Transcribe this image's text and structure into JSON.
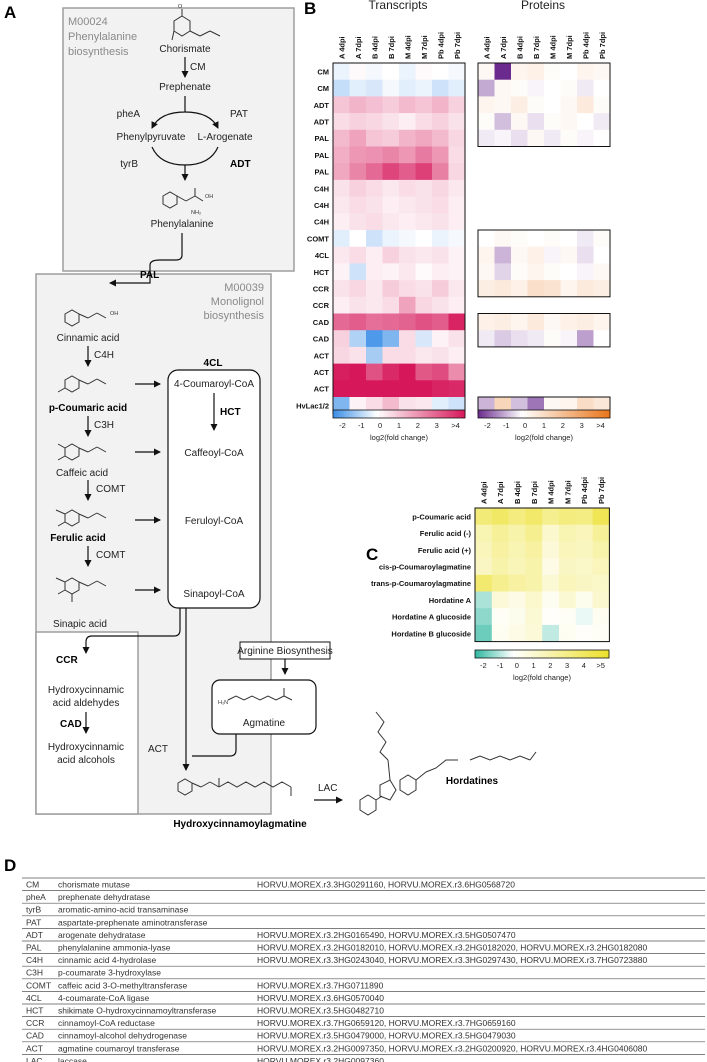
{
  "panels": {
    "a": "A",
    "b": "B",
    "c": "C",
    "d": "D"
  },
  "pathway": {
    "module1": {
      "id": "M00024",
      "line1": "Phenylalanine",
      "line2": "biosynthesis"
    },
    "module2": {
      "id": "M00039",
      "line1": "Monolignol",
      "line2": "biosynthesis"
    },
    "compounds": {
      "chorismate": "Chorismate",
      "prephenate": "Prephenate",
      "phenylpyruvate": "Phenylpyruvate",
      "arogenate": "L-Arogenate",
      "phenylalanine": "Phenylalanine",
      "cinnamic": "Cinnamic acid",
      "pcoumaric": "p-Coumaric acid",
      "caffeic": "Caffeic acid",
      "ferulic": "Ferulic acid",
      "sinapic": "Sinapic acid",
      "coumaroylcoa": "4-Coumaroyl-CoA",
      "caffeoylcoa": "Caffeoyl-CoA",
      "feruloylcoa": "Feruloyl-CoA",
      "sinapoylcoa": "Sinapoyl-CoA",
      "aldehydes1": "Hydroxycinnamic",
      "aldehydes2": "acid aldehydes",
      "alcohols1": "Hydroxycinnamic",
      "alcohols2": "acid alcohols",
      "arginine": "Arginine Biosynthesis",
      "agmatine": "Agmatine",
      "hca": "Hydroxycinnamoylagmatine",
      "hordatines": "Hordatines"
    },
    "enzymes": {
      "cm": "CM",
      "phea": "pheA",
      "pat": "PAT",
      "tyrb": "tyrB",
      "adt": "ADT",
      "pal": "PAL",
      "c4h": "C4H",
      "c3h": "C3H",
      "comt1": "COMT",
      "comt2": "COMT",
      "fourcl": "4CL",
      "hct": "HCT",
      "ccr": "CCR",
      "cad": "CAD",
      "act": "ACT",
      "lac": "LAC"
    }
  },
  "chart_data": [
    {
      "type": "heatmap",
      "title": "Transcripts",
      "columns": [
        "A 4dpi",
        "A 7dpi",
        "B 4dpi",
        "B 7dpi",
        "M 4dpi",
        "M 7dpi",
        "Pb 4dpi",
        "Pb 7dpi"
      ],
      "rows": [
        "CM",
        "CM",
        "ADT",
        "ADT",
        "PAL",
        "PAL",
        "PAL",
        "C4H",
        "C4H",
        "C4H",
        "COMT",
        "4CL",
        "HCT",
        "CCR",
        "CCR",
        "CAD",
        "CAD",
        "ACT",
        "ACT",
        "ACT",
        "HvLac1/2"
      ],
      "values": [
        [
          -0.2,
          0.1,
          -0.1,
          0.0,
          -0.2,
          0.1,
          0.0,
          -0.1
        ],
        [
          -0.6,
          -0.3,
          -0.4,
          -0.1,
          -0.3,
          -0.2,
          -0.5,
          -0.3
        ],
        [
          1.0,
          1.3,
          1.1,
          0.9,
          1.2,
          1.0,
          1.3,
          0.8
        ],
        [
          0.6,
          0.8,
          0.7,
          0.5,
          0.3,
          0.6,
          0.8,
          0.5
        ],
        [
          1.2,
          1.6,
          1.0,
          0.9,
          1.3,
          1.5,
          1.2,
          0.7
        ],
        [
          1.4,
          1.8,
          1.9,
          2.1,
          1.8,
          2.3,
          1.8,
          0.6
        ],
        [
          1.5,
          2.1,
          2.6,
          3.2,
          2.8,
          3.3,
          2.2,
          0.7
        ],
        [
          0.5,
          0.8,
          0.6,
          0.4,
          0.6,
          0.5,
          0.7,
          0.4
        ],
        [
          0.4,
          0.6,
          0.5,
          0.3,
          0.4,
          0.5,
          0.6,
          0.3
        ],
        [
          0.3,
          0.5,
          0.6,
          0.4,
          0.3,
          0.4,
          0.5,
          0.3
        ],
        [
          -0.3,
          0.0,
          -0.5,
          -0.2,
          -0.1,
          0.0,
          -0.2,
          -0.1
        ],
        [
          0.4,
          0.6,
          0.3,
          0.8,
          0.5,
          0.4,
          0.5,
          0.2
        ],
        [
          0.2,
          -0.5,
          0.3,
          0.2,
          0.4,
          0.1,
          0.3,
          0.2
        ],
        [
          0.5,
          0.7,
          0.4,
          0.9,
          0.6,
          0.5,
          0.9,
          0.4
        ],
        [
          0.3,
          0.5,
          0.4,
          0.6,
          1.6,
          0.7,
          0.5,
          0.3
        ],
        [
          2.6,
          2.8,
          2.5,
          2.6,
          2.7,
          3.0,
          2.8,
          3.8
        ],
        [
          0.8,
          -0.8,
          -1.8,
          -1.3,
          0.6,
          -0.4,
          0.2,
          0.5
        ],
        [
          0.7,
          0.5,
          -0.9,
          0.6,
          0.6,
          0.4,
          0.5,
          0.3
        ],
        [
          3.9,
          4.0,
          3.0,
          3.7,
          4.0,
          2.9,
          3.1,
          2.0
        ],
        [
          4.0,
          4.0,
          4.0,
          4.0,
          4.0,
          4.0,
          3.8,
          3.7
        ],
        [
          -1.3,
          0.2,
          0.6,
          1.2,
          0.5,
          0.4,
          -0.3,
          -0.5
        ]
      ],
      "scale_label": "log2(fold change)",
      "scale_ticks": [
        "-2",
        "-1",
        "0",
        "1",
        "2",
        "3",
        ">4"
      ],
      "range": [
        -2,
        4
      ],
      "colors": {
        "low": "#3a8ee6",
        "mid": "#ffffff",
        "high": "#d6185a"
      }
    },
    {
      "type": "heatmap",
      "title": "Proteins",
      "columns": [
        "A 4dpi",
        "A 7dpi",
        "B 4dpi",
        "B 7dpi",
        "M 4dpi",
        "M 7dpi",
        "Pb 4dpi",
        "Pb 7dpi"
      ],
      "rows": [
        "CM",
        "CM",
        "ADT",
        "ADT",
        "PAL",
        "COMT",
        "4CL",
        "HCT",
        "CCR",
        "CAD",
        "CAD",
        "HvLac1/2"
      ],
      "row_positions": [
        0,
        1,
        2,
        3,
        4,
        10,
        11,
        12,
        13,
        15,
        16,
        20
      ],
      "values": [
        [
          0.2,
          -2.0,
          0.3,
          0.4,
          0.1,
          0.0,
          0.3,
          0.2
        ],
        [
          -0.8,
          0.2,
          0.1,
          -0.1,
          0.0,
          0.1,
          -0.2,
          0.0
        ],
        [
          0.3,
          0.2,
          0.5,
          0.1,
          0.0,
          0.2,
          0.6,
          0.1
        ],
        [
          0.1,
          -0.6,
          0.2,
          -0.3,
          0.1,
          0.2,
          0.0,
          -0.2
        ],
        [
          -0.2,
          -0.1,
          -0.3,
          0.2,
          -0.2,
          0.1,
          -0.1,
          0.0
        ],
        [
          0.0,
          0.2,
          0.1,
          0.0,
          0.1,
          0.0,
          -0.2,
          0.1
        ],
        [
          0.3,
          -0.7,
          0.2,
          0.4,
          -0.1,
          0.2,
          -0.3,
          0.0
        ],
        [
          0.2,
          -0.4,
          0.1,
          0.3,
          0.1,
          0.0,
          -0.1,
          0.2
        ],
        [
          0.5,
          0.6,
          0.4,
          0.9,
          0.8,
          0.3,
          0.6,
          0.5
        ],
        [
          0.4,
          0.5,
          0.3,
          0.6,
          0.2,
          0.4,
          0.5,
          0.3
        ],
        [
          -0.2,
          -0.5,
          -0.3,
          -0.2,
          0.1,
          -0.1,
          -0.9,
          0.0
        ],
        [
          -0.7,
          1.2,
          -0.6,
          -1.3,
          0.2,
          0.3,
          1.0,
          0.7
        ]
      ],
      "scale_label": "log2(fold change)",
      "scale_ticks": [
        "-2",
        "-1",
        "0",
        "1",
        "2",
        "3",
        ">4"
      ],
      "range": [
        -2,
        4
      ],
      "colors": {
        "low": "#6a2a8e",
        "mid": "#ffffff",
        "high": "#e8751a"
      }
    },
    {
      "type": "heatmap",
      "title": "Metabolites",
      "columns": [
        "A 4dpi",
        "A 7dpi",
        "B 4dpi",
        "B 7dpi",
        "M 4dpi",
        "M 7dpi",
        "Pb 4dpi",
        "Pb 7dpi"
      ],
      "rows": [
        "p-Coumaric acid",
        "Ferulic acid (-)",
        "Ferulic acid (+)",
        "cis-p-Coumaroylagmatine",
        "trans-p-Coumaroylagmatine",
        "Hordatine A",
        "Hordatine A glucoside",
        "Hordatine B glucoside"
      ],
      "values": [
        [
          3.2,
          3.6,
          3.0,
          3.5,
          2.6,
          3.0,
          2.9,
          4.0
        ],
        [
          1.8,
          2.4,
          2.0,
          2.6,
          1.2,
          1.8,
          1.6,
          2.4
        ],
        [
          1.6,
          2.2,
          1.8,
          2.2,
          0.9,
          1.6,
          1.5,
          2.0
        ],
        [
          1.4,
          2.0,
          1.7,
          2.0,
          0.6,
          1.4,
          1.3,
          1.6
        ],
        [
          3.4,
          2.6,
          2.2,
          2.0,
          1.0,
          1.6,
          1.4,
          1.3
        ],
        [
          -0.8,
          0.9,
          0.6,
          1.2,
          0.3,
          1.0,
          0.4,
          1.1
        ],
        [
          -1.1,
          0.2,
          0.4,
          1.0,
          0.1,
          0.2,
          -0.2,
          0.3
        ],
        [
          -1.4,
          0.3,
          0.6,
          0.9,
          -0.6,
          0.3,
          0.1,
          0.2
        ]
      ],
      "scale_label": "log2(fold change)",
      "scale_ticks": [
        "-2",
        "-1",
        "0",
        "1",
        "2",
        "3",
        "4",
        ">5"
      ],
      "range": [
        -2,
        5
      ],
      "colors": {
        "low": "#2fb8a0",
        "mid": "#ffffff",
        "high": "#ece02a"
      }
    }
  ],
  "table": {
    "rows": [
      {
        "abbr": "CM",
        "name": "chorismate mutase",
        "genes": "HORVU.MOREX.r3.3HG0291160, HORVU.MOREX.r3.6HG0568720"
      },
      {
        "abbr": "pheA",
        "name": "prephenate dehydratase",
        "genes": ""
      },
      {
        "abbr": "tyrB",
        "name": "aromatic-amino-acid transaminase",
        "genes": ""
      },
      {
        "abbr": "PAT",
        "name": "aspartate-prephenate aminotransferase",
        "genes": ""
      },
      {
        "abbr": "ADT",
        "name": "arogenate dehydratase",
        "genes": "HORVU.MOREX.r3.2HG0165490, HORVU.MOREX.r3.5HG0507470"
      },
      {
        "abbr": "PAL",
        "name": "phenylalanine ammonia-lyase",
        "genes": "HORVU.MOREX.r3.2HG0182010, HORVU.MOREX.r3.2HG0182020, HORVU.MOREX.r3.2HG0182080"
      },
      {
        "abbr": "C4H",
        "name": "cinnamic acid 4-hydrolase",
        "genes": "HORVU.MOREX.r3.3HG0243040, HORVU.MOREX.r3.3HG0297430, HORVU.MOREX.r3.7HG0723880"
      },
      {
        "abbr": "C3H",
        "name": "p-coumarate 3-hydroxylase",
        "genes": ""
      },
      {
        "abbr": "COMT",
        "name": "caffeic acid 3-O-methyltransferase",
        "genes": "HORVU.MOREX.r3.7HG0711890"
      },
      {
        "abbr": "4CL",
        "name": "4-coumarate-CoA ligase",
        "genes": "HORVU.MOREX.r3.6HG0570040"
      },
      {
        "abbr": "HCT",
        "name": "shikimate O-hydroxycinnamoyltransferase",
        "genes": "HORVU.MOREX.r3.5HG0482710"
      },
      {
        "abbr": "CCR",
        "name": "cinnamoyl-CoA reductase",
        "genes": "HORVU.MOREX.r3.7HG0659120, HORVU.MOREX.r3.7HG0659160"
      },
      {
        "abbr": "CAD",
        "name": "cinnamoyl-alcohol dehydrogenase",
        "genes": "HORVU.MOREX.r3.5HG0479000, HORVU.MOREX.r3.5HG0479030"
      },
      {
        "abbr": "ACT",
        "name": "agmatine coumaroyl transferase",
        "genes": "HORVU.MOREX.r3.2HG0097350, HORVU.MOREX.r3.2HG0200920, HORVU.MOREX.r3.4HG0406080"
      },
      {
        "abbr": "LAC",
        "name": "laccase",
        "genes": "HORVU.MOREX.r3.2HG0097360"
      }
    ]
  }
}
